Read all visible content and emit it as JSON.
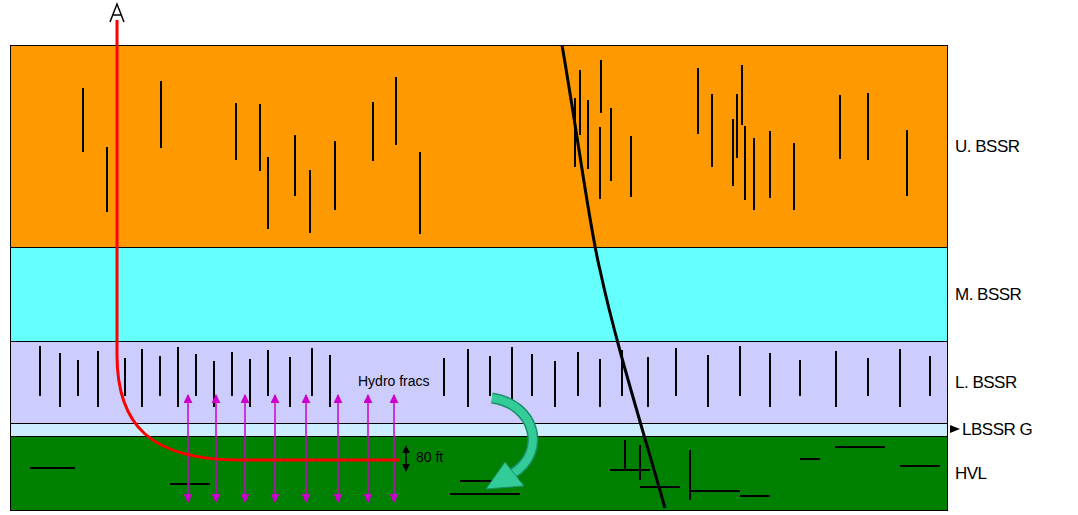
{
  "diagram": {
    "nodes": [
      {
        "text": [
          "U. BSSR"
        ]
      },
      {
        "text": [
          "M. BSSR"
        ]
      },
      {
        "text": [
          "L. BSSR"
        ]
      },
      {
        "text": [
          "LBSSR G"
        ]
      },
      {
        "text": [
          "HVL"
        ]
      }
    ],
    "labels": [
      "Hydro fracs",
      "80 ft"
    ]
  }
}
